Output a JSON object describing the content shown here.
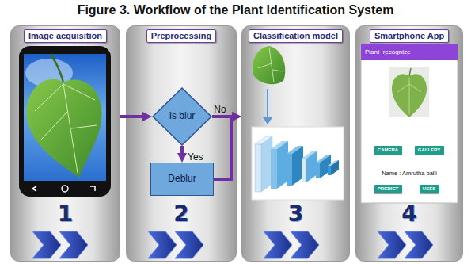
{
  "diagram": {
    "title": "Figure 3. Workflow of the Plant Identification System",
    "nodes": [
      {
        "text": [
          "Image acquisition",
          "1"
        ]
      },
      {
        "text": [
          "Preprocessing",
          "2"
        ]
      },
      {
        "text": [
          "Is blur"
        ],
        "in": 1
      },
      {
        "text": [
          "Deblur"
        ],
        "in": 1
      },
      {
        "text": [
          "Classification model",
          "3"
        ]
      },
      {
        "text": [
          "Smartphone App",
          "4"
        ]
      },
      {
        "text": [
          "Plant_recognize"
        ],
        "in": 5
      },
      {
        "text": [
          "CAMERA"
        ],
        "in": 5
      },
      {
        "text": [
          "GALLERY"
        ],
        "in": 5
      },
      {
        "text": [
          "PREDICT"
        ],
        "in": 5
      },
      {
        "text": [
          "USES"
        ],
        "in": 5
      }
    ],
    "edges": [
      {
        "from": 0,
        "to": 2,
        "arrow": "to"
      },
      {
        "from": 2,
        "to": 3,
        "label": "Yes",
        "arrow": "to"
      },
      {
        "from": 2,
        "to": 4,
        "label": "No",
        "arrow": "to"
      },
      {
        "from": 3,
        "to": 4,
        "arrow": "to"
      }
    ],
    "labels": [
      "Name : Amrutha balli"
    ]
  }
}
